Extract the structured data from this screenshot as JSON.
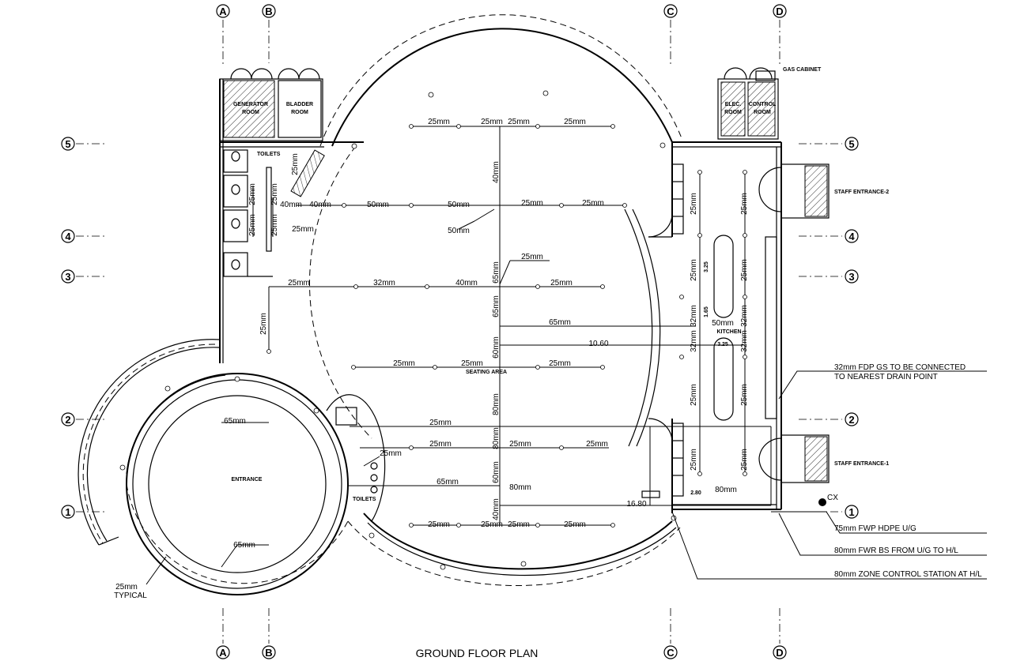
{
  "title": "GROUND FLOOR PLAN",
  "grid_columns": [
    "A",
    "B",
    "C",
    "D"
  ],
  "grid_rows": [
    "5",
    "4",
    "3",
    "2",
    "1"
  ],
  "rooms": {
    "generator": [
      "GENERATOR",
      "ROOM"
    ],
    "bladder": [
      "BLADDER",
      "ROOM"
    ],
    "gas_cabinet": "GAS CABINET",
    "elec": [
      "ELEC.",
      "ROOM"
    ],
    "control": [
      "CONTROL",
      "ROOM"
    ],
    "toilets_top": "TOILETS",
    "toilets_bottom": "TOILETS",
    "entrance": "ENTRANCE",
    "seating_area": "SEATING AREA",
    "kitchen": "KITCHEN",
    "staff_entrance_2": "STAFF ENTRANCE-2",
    "staff_entrance_1": "STAFF ENTRANCE-1"
  },
  "pipe_labels": {
    "top_row": [
      "25mm",
      "25mm",
      "25mm",
      "25mm"
    ],
    "row2": [
      "40mm",
      "40mm",
      "50mm",
      "50mm",
      "25mm",
      "25mm"
    ],
    "row2_drop": "50mm",
    "toilet_block": [
      "25mm",
      "25mm",
      "25mm",
      "25mm",
      "25mm",
      "25mm",
      "25mm"
    ],
    "vert_main": [
      "40mm",
      "65mm",
      "65mm",
      "60mm",
      "80mm",
      "80mm",
      "60mm",
      "40mm"
    ],
    "row3": [
      "25mm",
      "32mm",
      "40mm",
      "25mm"
    ],
    "row3_drop": "25mm",
    "left_drop": "25mm",
    "row4": "65mm",
    "row5": "10.60",
    "seating_row": [
      "25mm",
      "25mm",
      "25mm"
    ],
    "row6": "25mm",
    "row7": [
      "25mm",
      "25mm",
      "25mm"
    ],
    "row7_left": "25mm",
    "row8": "65mm",
    "row9": "80mm",
    "row10": "16.80",
    "bottom_row": [
      "25mm",
      "25mm",
      "25mm",
      "25mm"
    ],
    "entrance_ring": [
      "65mm",
      "65mm"
    ],
    "typical": [
      "25mm",
      "TYPICAL"
    ],
    "kitchen_v": [
      "25mm",
      "25mm",
      "25mm",
      "25mm",
      "25mm",
      "25mm",
      "25mm",
      "25mm"
    ],
    "kitchen_mid": [
      "32mm",
      "32mm",
      "32mm",
      "32mm",
      "50mm",
      "1.65",
      "3.25",
      "3.25"
    ],
    "kitchen_bottom": "80mm",
    "kitchen_small": "2.80"
  },
  "notes": {
    "drain": [
      "32mm FDP GS TO BE CONNECTED",
      "TO NEAREST DRAIN POINT"
    ],
    "fwp": "75mm FWP HDPE U/G",
    "fwr": "80mm FWR BS FROM U/G TO H/L",
    "zone": "80mm ZONE CONTROL STATION AT H/L",
    "cx": "CX"
  }
}
